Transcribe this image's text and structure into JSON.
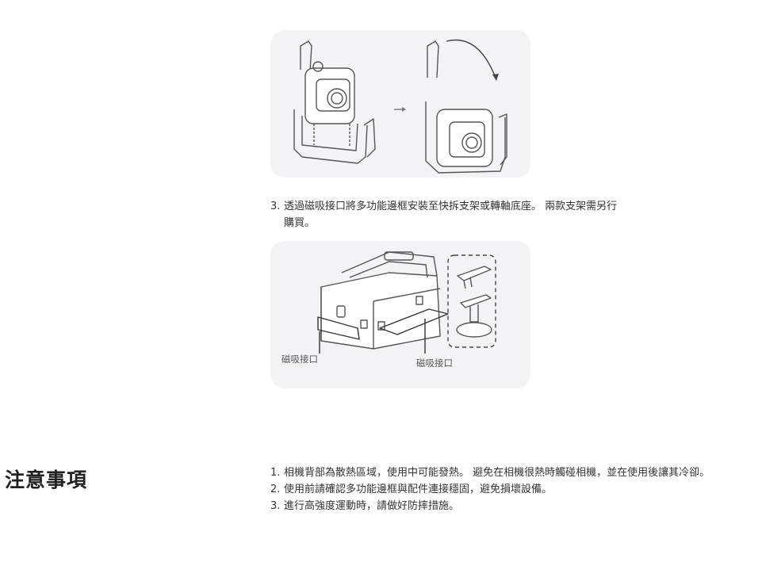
{
  "step3": {
    "number": "3.",
    "text": "透過磁吸接口將多功能邊框安裝至快拆支架或轉軸底座。 兩款支架需另行購買。"
  },
  "diagram_bottom": {
    "label_left": "磁吸接口",
    "label_right": "磁吸接口"
  },
  "notes": {
    "heading": "注意事項",
    "items": [
      {
        "number": "1.",
        "text": "相機背部為散熱區域，使用中可能發熱。 避免在相機很熱時觸碰相機，並在使用後讓其冷卻。"
      },
      {
        "number": "2.",
        "text": "使用前請確認多功能邊框與配件連接穩固，避免損壞設備。"
      },
      {
        "number": "3.",
        "text": "進行高強度運動時，請做好防摔措施。"
      }
    ]
  }
}
